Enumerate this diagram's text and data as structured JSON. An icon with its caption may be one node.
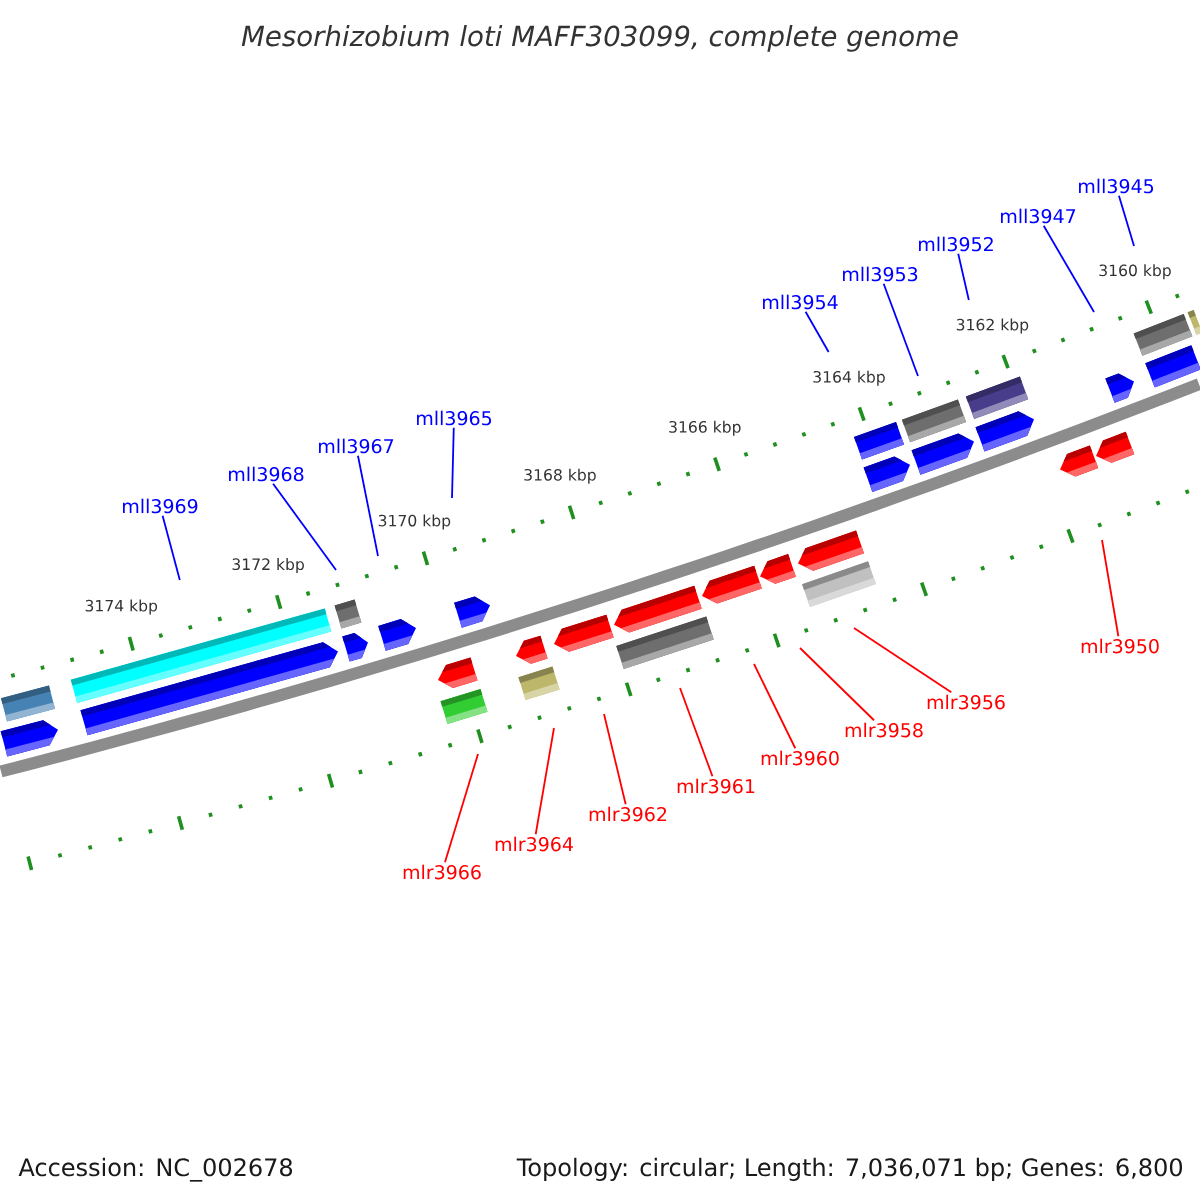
{
  "diagram": {
    "title": "Mesorhizobium loti MAFF303099, complete genome",
    "nodes": [
      {
        "text": [
          "mll3969"
        ]
      },
      {
        "text": [
          "mll3968"
        ]
      },
      {
        "text": [
          "mll3967"
        ]
      },
      {
        "text": [
          "mll3965"
        ]
      },
      {
        "text": [
          "mll3954"
        ]
      },
      {
        "text": [
          "mll3953"
        ]
      },
      {
        "text": [
          "mll3952"
        ]
      },
      {
        "text": [
          "mll3947"
        ]
      },
      {
        "text": [
          "mll3945"
        ]
      },
      {
        "text": [
          "mlr3966"
        ]
      },
      {
        "text": [
          "mlr3964"
        ]
      },
      {
        "text": [
          "mlr3962"
        ]
      },
      {
        "text": [
          "mlr3961"
        ]
      },
      {
        "text": [
          "mlr3960"
        ]
      },
      {
        "text": [
          "mlr3958"
        ]
      },
      {
        "text": [
          "mlr3956"
        ]
      },
      {
        "text": [
          "mlr3950"
        ]
      }
    ],
    "edges": [
      {
        "from": 0,
        "to": null,
        "arrow": "none"
      },
      {
        "from": 1,
        "to": null,
        "arrow": "none"
      },
      {
        "from": 2,
        "to": null,
        "arrow": "none"
      },
      {
        "from": 3,
        "to": null,
        "arrow": "none"
      },
      {
        "from": 4,
        "to": null,
        "arrow": "none"
      },
      {
        "from": 5,
        "to": null,
        "arrow": "none"
      },
      {
        "from": 6,
        "to": null,
        "arrow": "none"
      },
      {
        "from": 7,
        "to": null,
        "arrow": "none"
      },
      {
        "from": 8,
        "to": null,
        "arrow": "none"
      },
      {
        "from": 9,
        "to": null,
        "arrow": "none",
        "color": "#ff0000"
      },
      {
        "from": 10,
        "to": null,
        "arrow": "none",
        "color": "#ff0000"
      },
      {
        "from": 11,
        "to": null,
        "arrow": "none",
        "color": "#ff0000"
      },
      {
        "from": 12,
        "to": null,
        "arrow": "none",
        "color": "#ff0000"
      },
      {
        "from": 13,
        "to": null,
        "arrow": "none",
        "color": "#ff0000"
      },
      {
        "from": 14,
        "to": null,
        "arrow": "none",
        "color": "#ff0000"
      },
      {
        "from": 15,
        "to": null,
        "arrow": "none",
        "color": "#ff0000"
      },
      {
        "from": 16,
        "to": null,
        "arrow": "none",
        "color": "#ff0000"
      }
    ],
    "labels": [
      "3174 kbp",
      "3172 kbp",
      "3170 kbp",
      "3168 kbp",
      "3166 kbp",
      "3164 kbp",
      "3162 kbp",
      "3160 kbp",
      "Accession: NC_002678",
      "Topology: circular; Length: 7,036,071 bp; Genes: 6,800"
    ]
  }
}
